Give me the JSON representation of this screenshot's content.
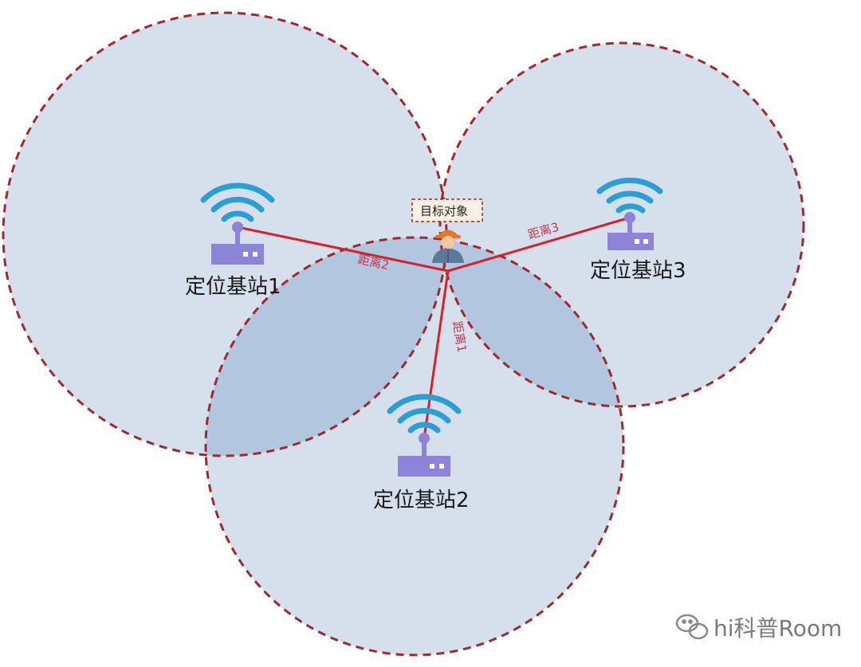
{
  "diagram": {
    "stations": [
      {
        "id": "1",
        "label": "定位基站1"
      },
      {
        "id": "2",
        "label": "定位基站2"
      },
      {
        "id": "3",
        "label": "定位基站3"
      }
    ],
    "target_label": "目标对象",
    "distances": [
      {
        "id": "1",
        "label": "距离1"
      },
      {
        "id": "2",
        "label": "距离2"
      },
      {
        "id": "3",
        "label": "距离3"
      }
    ],
    "watermark": "hi科普Room"
  },
  "colors": {
    "circle_fill": "#d5e0ec",
    "overlap_fill": "#b3c6df",
    "circle_stroke": "#a3282d",
    "line": "#d6202c",
    "router": "#8b84d8",
    "wifi": "#2b9ed8"
  },
  "icons": [
    "wifi-icon",
    "router-icon",
    "person-icon",
    "wechat-icon"
  ]
}
